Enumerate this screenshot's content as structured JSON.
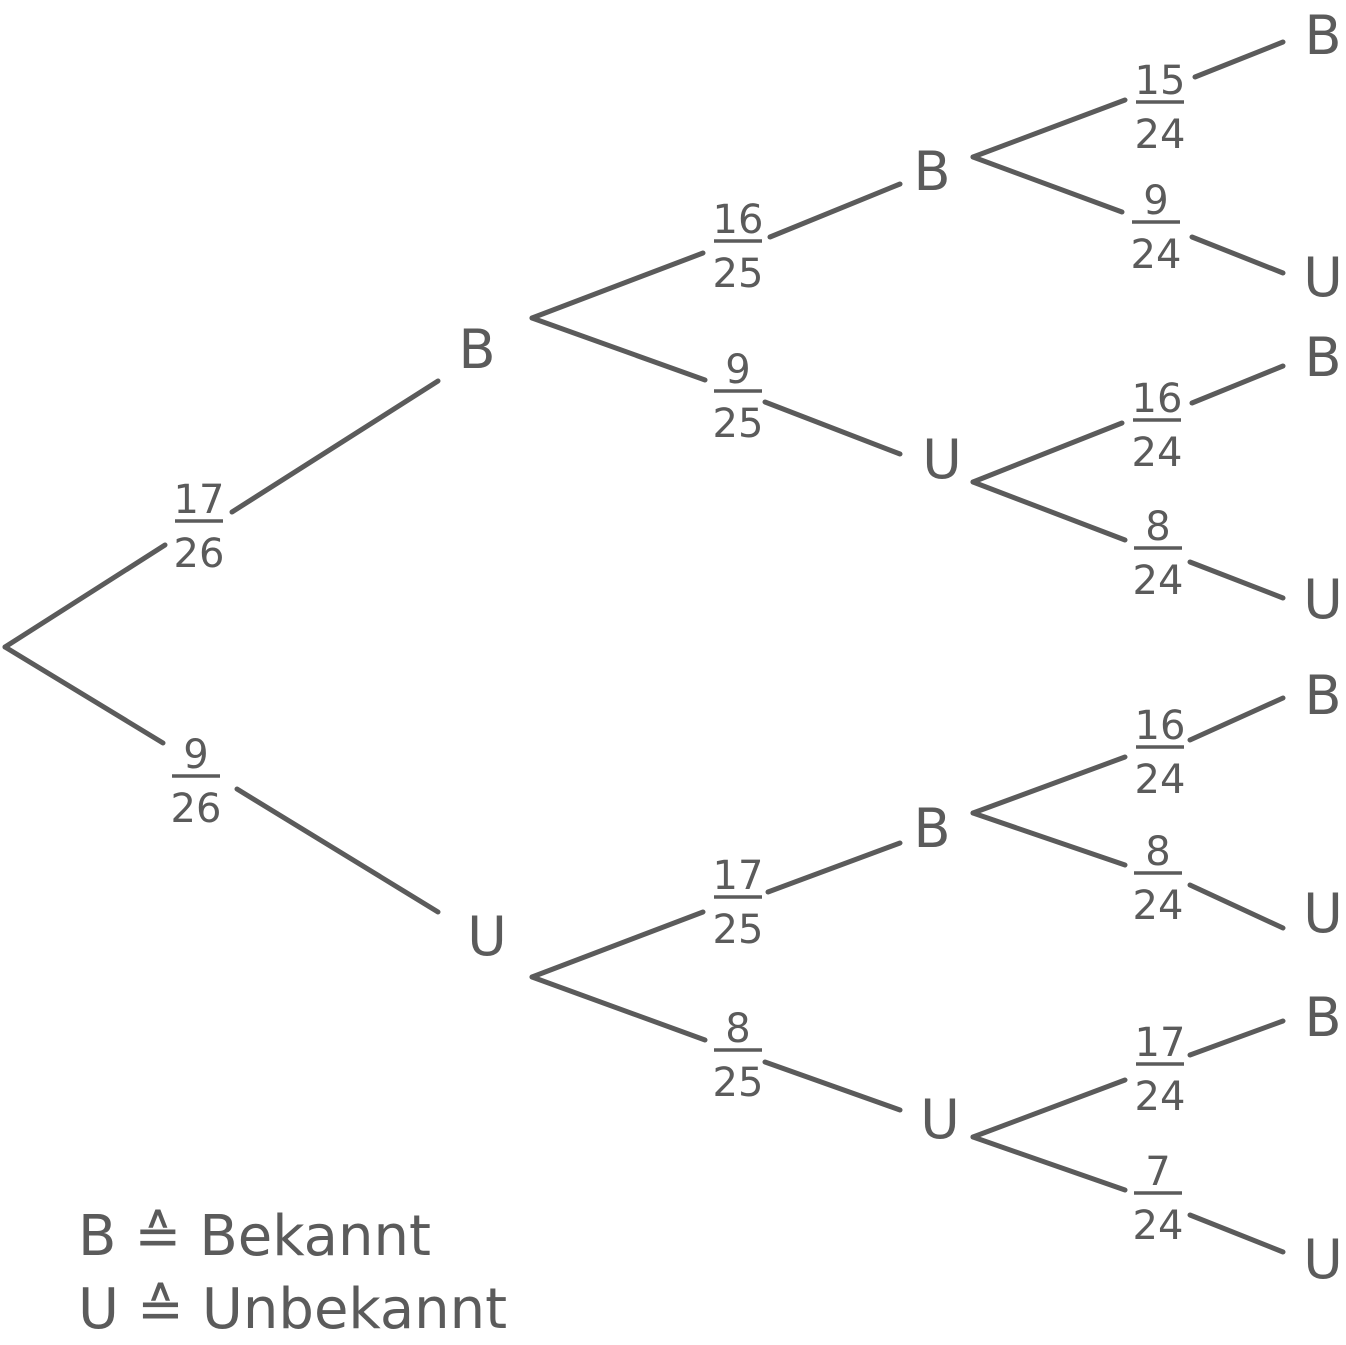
{
  "tree": {
    "level1": [
      {
        "label": "B",
        "num": "17",
        "den": "26"
      },
      {
        "label": "U",
        "num": "9",
        "den": "26"
      }
    ],
    "level2": [
      {
        "label": "B",
        "num": "16",
        "den": "25"
      },
      {
        "label": "U",
        "num": "9",
        "den": "25"
      },
      {
        "label": "B",
        "num": "17",
        "den": "25"
      },
      {
        "label": "U",
        "num": "8",
        "den": "25"
      }
    ],
    "level3": [
      {
        "label": "B",
        "num": "15",
        "den": "24"
      },
      {
        "label": "U",
        "num": "9",
        "den": "24"
      },
      {
        "label": "B",
        "num": "16",
        "den": "24"
      },
      {
        "label": "U",
        "num": "8",
        "den": "24"
      },
      {
        "label": "B",
        "num": "16",
        "den": "24"
      },
      {
        "label": "U",
        "num": "8",
        "den": "24"
      },
      {
        "label": "B",
        "num": "17",
        "den": "24"
      },
      {
        "label": "U",
        "num": "7",
        "den": "24"
      }
    ]
  },
  "legend": [
    {
      "symbol": "B",
      "relation": "≙",
      "meaning": "Bekannt"
    },
    {
      "symbol": "U",
      "relation": "≙",
      "meaning": "Unbekannt"
    }
  ]
}
